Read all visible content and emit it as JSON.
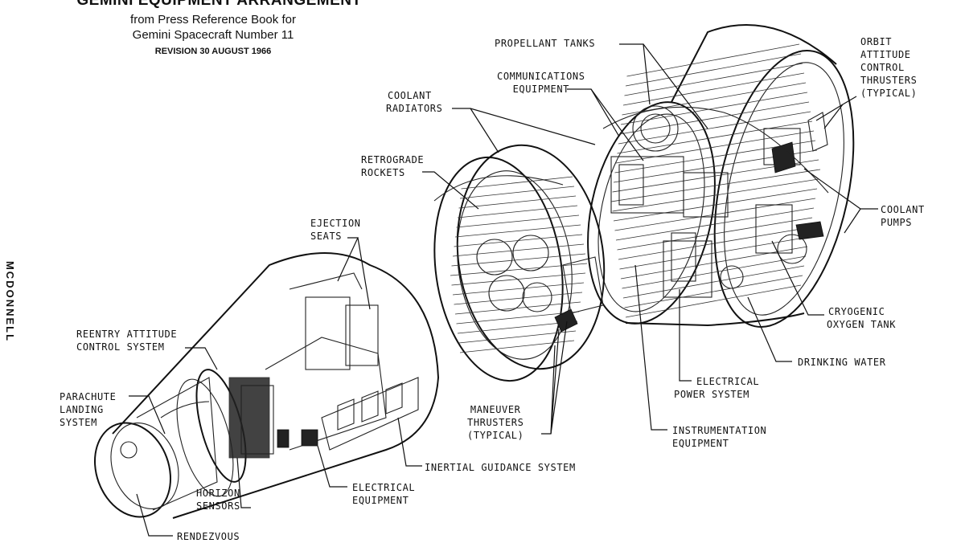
{
  "header": {
    "title": "GEMINI EQUIPMENT ARRANGEMENT",
    "subtitle_line1": "from Press Reference Book for",
    "subtitle_line2": "Gemini Spacecraft Number 11",
    "revision": "REVISION 30 AUGUST 1966"
  },
  "brand": "MCDONNELL",
  "labels": {
    "propellant_tanks": "PROPELLANT TANKS",
    "orbit_attitude": [
      "ORBIT",
      "ATTITUDE",
      "CONTROL",
      "THRUSTERS",
      "(TYPICAL)"
    ],
    "communications": [
      "COMMUNICATIONS",
      "EQUIPMENT"
    ],
    "coolant_radiators": [
      "COOLANT",
      "RADIATORS"
    ],
    "retrograde": [
      "RETROGRADE",
      "ROCKETS"
    ],
    "coolant_pumps": [
      "COOLANT",
      "PUMPS"
    ],
    "ejection_seats": [
      "EJECTION",
      "SEATS"
    ],
    "reentry": [
      "REENTRY ATTITUDE",
      "CONTROL SYSTEM"
    ],
    "cryogenic": [
      "CRYOGENIC",
      "OXYGEN TANK"
    ],
    "drinking_water": "DRINKING WATER",
    "parachute": [
      "PARACHUTE",
      "LANDING",
      "SYSTEM"
    ],
    "electrical_power": [
      "ELECTRICAL",
      "POWER SYSTEM"
    ],
    "maneuver": [
      "MANEUVER",
      "THRUSTERS",
      "(TYPICAL)"
    ],
    "instrumentation": [
      "INSTRUMENTATION",
      "EQUIPMENT"
    ],
    "inertial_guidance": "INERTIAL GUIDANCE SYSTEM",
    "horizon": [
      "HORIZON",
      "SENSORS"
    ],
    "electrical_equipment": [
      "ELECTRICAL",
      "EQUIPMENT"
    ],
    "rendezvous": "RENDEZVOUS"
  }
}
